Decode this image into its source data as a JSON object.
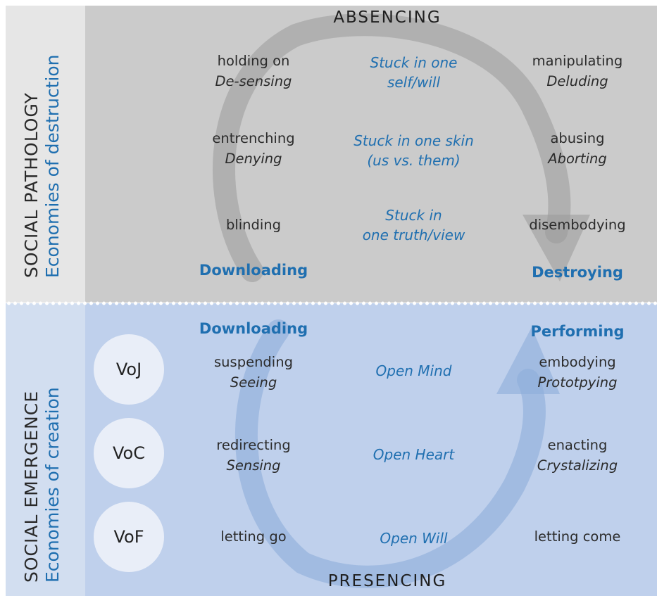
{
  "top": {
    "heading": "ABSENCING",
    "side_title": [
      "SOCIAL PATHOLOGY",
      "Economies of destruction"
    ],
    "left_rows": [
      [
        "holding on",
        "De-sensing"
      ],
      [
        "entrenching",
        "Denying"
      ],
      [
        "blinding",
        ""
      ]
    ],
    "center_rows": [
      [
        "Stuck in one",
        "self/will"
      ],
      [
        "Stuck in one skin",
        "(us vs. them)"
      ],
      [
        "Stuck in",
        "one truth/view"
      ]
    ],
    "right_rows": [
      [
        "manipulating",
        "Deluding"
      ],
      [
        "abusing",
        "Aborting"
      ],
      [
        "disembodying",
        ""
      ]
    ],
    "left_label": "Downloading",
    "right_label": "Destroying"
  },
  "bottom": {
    "heading": "PRESENCING",
    "side_title": [
      "SOCIAL EMERGENCE",
      "Economies of creation"
    ],
    "left_label": "Downloading",
    "right_label": "Performing",
    "voices": [
      "VoJ",
      "VoC",
      "VoF"
    ],
    "left_rows": [
      [
        "suspending",
        "Seeing"
      ],
      [
        "redirecting",
        "Sensing"
      ],
      [
        "letting go",
        ""
      ]
    ],
    "center_rows": [
      "Open Mind",
      "Open Heart",
      "Open Will"
    ],
    "right_rows": [
      [
        "embodying",
        "Prototpying"
      ],
      [
        "enacting",
        "Crystalizing"
      ],
      [
        "letting come",
        ""
      ]
    ]
  },
  "colors": {
    "accent_blue": "#1f6fb0",
    "top_panel": "#cbcbcb",
    "bottom_panel": "#bfd0ec",
    "arrow_gray": "#9a9a9a",
    "arrow_blue": "#8eaedb"
  }
}
